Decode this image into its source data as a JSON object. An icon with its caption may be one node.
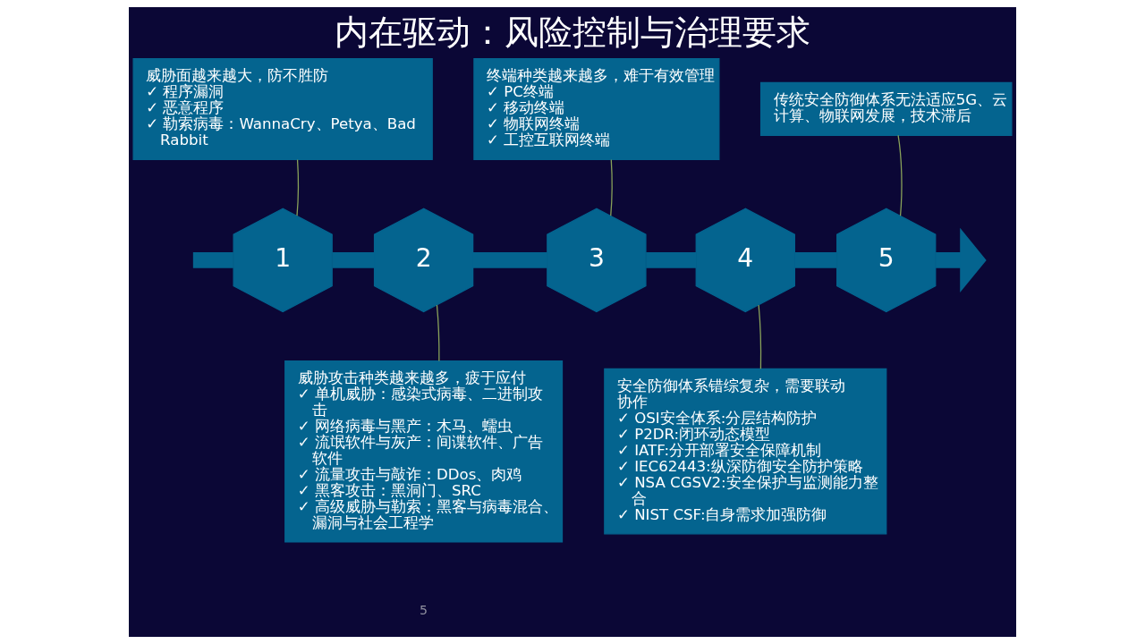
{
  "diagram": {
    "title": "内在驱动：风险控制与治理要求",
    "nodes": [
      {
        "text": [
          "1"
        ]
      },
      {
        "text": [
          "2"
        ]
      },
      {
        "text": [
          "3"
        ]
      },
      {
        "text": [
          "4"
        ]
      },
      {
        "text": [
          "5"
        ]
      },
      {
        "text": [
          "威胁面越来越大，防不胜防",
          "✓ 程序漏洞",
          "✓ 恶意程序",
          "✓ 勒索病毒：WannaCry、Petya、Bad Rabbit"
        ]
      },
      {
        "text": [
          "威胁攻击种类越来越多，疲于应付",
          "✓ 单机威胁：感染式病毒、二进制攻击",
          "✓ 网络病毒与黑产：木马、蠕虫",
          "✓ 流氓软件与灰产：间谍软件、广告软件",
          "✓ 流量攻击与敲诈：DDos、肉鸡",
          "✓ 黑客攻击：黑洞门、SRC",
          "✓ 高级威胁与勒索：黑客与病毒混合、漏洞与社会工程学"
        ]
      },
      {
        "text": [
          "终端种类越来越多，难于有效管理",
          "✓ PC终端",
          "✓ 移动终端",
          "✓ 物联网终端",
          "✓ 工控互联网终端"
        ]
      },
      {
        "text": [
          "安全防御体系错综复杂，需要联动协作",
          "✓ OSI安全体系:分层结构防护",
          "✓ P2DR:闭环动态模型",
          "✓ IATF:分开部署安全保障机制",
          "✓ IEC62443:纵深防御安全防护策略",
          "✓ NSA CGSV2:安全保护与监测能力整合",
          "✓ NIST CSF:自身需求加强防御"
        ]
      },
      {
        "text": [
          "传统安全防御体系无法适应5G、云计算、物联网发展，技术滞后"
        ]
      }
    ],
    "edges": [
      {
        "from": null,
        "to": 0,
        "arrow": "none"
      },
      {
        "from": 0,
        "to": 1,
        "arrow": "none"
      },
      {
        "from": 1,
        "to": 2,
        "arrow": "none"
      },
      {
        "from": 2,
        "to": 3,
        "arrow": "none"
      },
      {
        "from": 3,
        "to": 4,
        "arrow": "none"
      },
      {
        "from": 4,
        "to": null,
        "arrow": "to"
      },
      {
        "from": 0,
        "to": 5,
        "arrow": "none",
        "color": "#8aa35a"
      },
      {
        "from": 1,
        "to": 6,
        "arrow": "none",
        "color": "#8aa35a"
      },
      {
        "from": 2,
        "to": 7,
        "arrow": "none",
        "color": "#8aa35a"
      },
      {
        "from": 3,
        "to": 8,
        "arrow": "none",
        "color": "#8aa35a"
      },
      {
        "from": 4,
        "to": 9,
        "arrow": "none",
        "color": "#8aa35a"
      }
    ],
    "labels": [
      "5"
    ]
  }
}
